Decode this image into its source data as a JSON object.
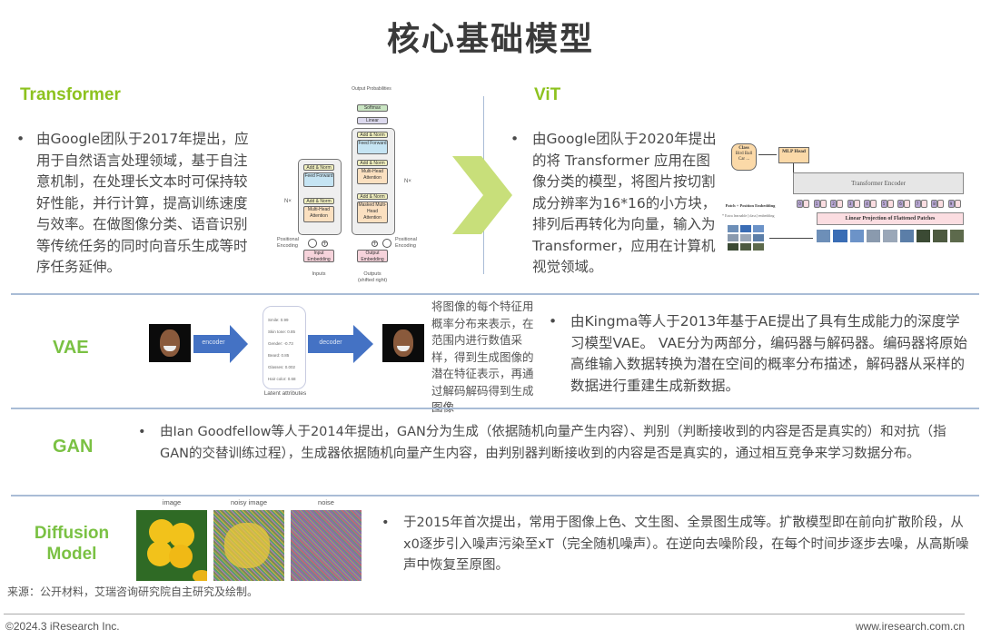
{
  "page_title": "核心基础模型",
  "colors": {
    "accent_green": "#8dc21f",
    "arrow_blue": "#4472c4",
    "divider": "#a9bcd6"
  },
  "transformer": {
    "title": "Transformer",
    "bullet": "•",
    "text": "由Google团队于2017年提出，应用于自然语言处理领域，基于自注意机制，在处理长文本时可保持较好性能，并行计算，提高训练速度与效率。在做图像分类、语音识别等传统任务的同时向音乐生成等时序任务延伸。",
    "diagram": {
      "output_probabilities": "Output Probabilities",
      "softmax": "Softmax",
      "linear": "Linear",
      "add_norm": "Add & Norm",
      "feed_forward": "Feed Forward",
      "multi_head_attention": "Multi-Head Attention",
      "masked_multi_head_attention": "Masked Multi-Head Attention",
      "nx": "N×",
      "positional_encoding": "Positional Encoding",
      "input_embedding": "Input Embedding",
      "output_embedding": "Output Embedding",
      "inputs": "Inputs",
      "outputs_shifted": "Outputs (shifted right)"
    }
  },
  "vit": {
    "title": "ViT",
    "bullet": "•",
    "text": "由Google团队于2020年提出的将 Transformer 应用在图像分类的模型，将图片按切割成分辨率为16*16的小方块，排列后再转化为向量，输入为Transformer，应用在计算机视觉领域。",
    "diagram": {
      "class_label": "Class",
      "classes": "Bird Ball Car ...",
      "mlp_head": "MLP Head",
      "encoder": "Transformer Encoder",
      "patch_embedding": "Patch + Position Embedding",
      "extra_note": "* Extra learnable [class] embedding",
      "linear_projection": "Linear Projection of Flattened Patches",
      "tokens": [
        "0*",
        "1",
        "2",
        "3",
        "4",
        "5",
        "6",
        "7",
        "8",
        "9"
      ]
    }
  },
  "vae": {
    "title": "VAE",
    "encoder_label": "encoder",
    "decoder_label": "decoder",
    "latent_caption": "Latent attributes",
    "latent_attributes": [
      "Smile: 0.99",
      "Skin tone: 0.85",
      "Gender: -0.73",
      "Beard: 0.85",
      "Glasses: 0.002",
      "Hair color: 0.68"
    ],
    "side_note": "将图像的每个特征用概率分布来表示，在范围内进行数值采样，得到生成图像的潜在特征表示，再通过解码解码得到生成图像",
    "bullet": "•",
    "text": "由Kingma等人于2013年基于AE提出了具有生成能力的深度学习模型VAE。 VAE分为两部分，编码器与解码器。编码器将原始高维输入数据转换为潜在空间的概率分布描述，解码器从采样的数据进行重建生成新数据。"
  },
  "gan": {
    "title": "GAN",
    "bullet": "•",
    "text": "由Ian Goodfellow等人于2014年提出，GAN分为生成（依据随机向量产生内容）、判别（判断接收到的内容是否是真实的）和对抗（指GAN的交替训练过程），生成器依据随机向量产生内容，由判别器判断接收到的内容是否是真实的，通过相互竞争来学习数据分布。"
  },
  "diffusion": {
    "title_line1": "Diffusion",
    "title_line2": "Model",
    "image_labels": [
      "image",
      "noisy image",
      "noise"
    ],
    "bullet": "•",
    "text": "于2015年首次提出，常用于图像上色、文生图、全景图生成等。扩散模型即在前向扩散阶段，从x0逐步引入噪声污染至xT（完全随机噪声）。在逆向去噪阶段，在每个时间步逐步去噪，从高斯噪声中恢复至原图。"
  },
  "source": "来源：公开材料，艾瑞咨询研究院自主研究及绘制。",
  "footer": {
    "copyright": "©2024.3 iResearch Inc.",
    "website": "www.iresearch.com.cn"
  }
}
